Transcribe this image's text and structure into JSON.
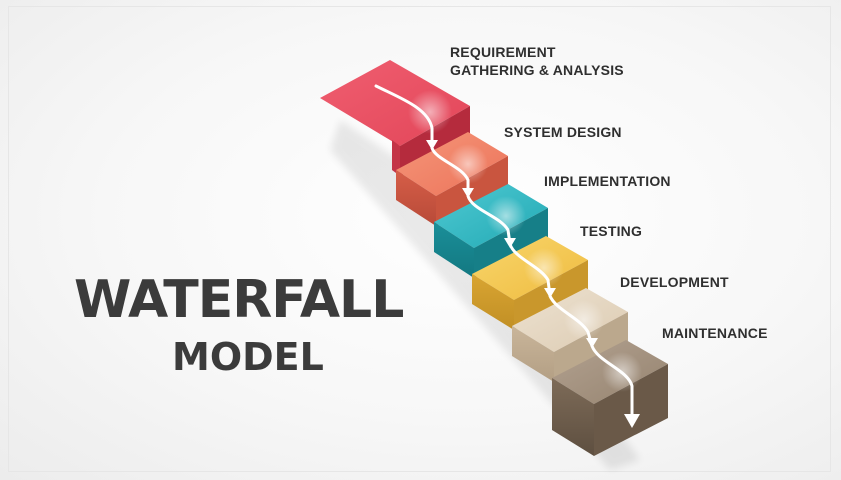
{
  "title": {
    "main": "WATERFALL",
    "sub": "MODEL"
  },
  "steps": [
    {
      "label_line1": "REQUIREMENT",
      "label_line2": "GATHERING & ANALYSIS",
      "color": "#e94a5d"
    },
    {
      "label_line1": "SYSTEM DESIGN",
      "label_line2": "",
      "color": "#ef7a5f"
    },
    {
      "label_line1": "IMPLEMENTATION",
      "label_line2": "",
      "color": "#2bb5c0"
    },
    {
      "label_line1": "TESTING",
      "label_line2": "",
      "color": "#f2c14a"
    },
    {
      "label_line1": "DEVELOPMENT",
      "label_line2": "",
      "color": "#e2d3bd"
    },
    {
      "label_line1": "MAINTENANCE",
      "label_line2": "",
      "color": "#9c8a78"
    }
  ]
}
